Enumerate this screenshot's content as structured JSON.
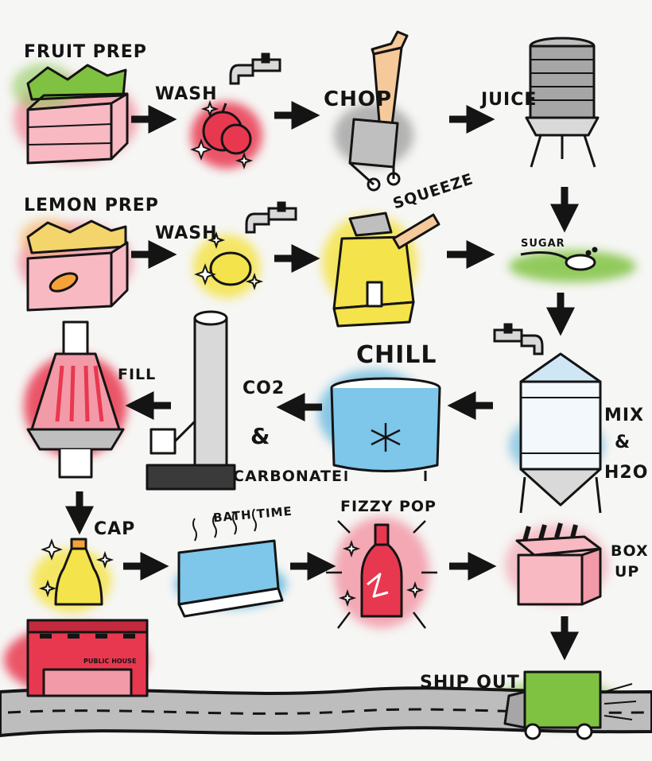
{
  "steps": {
    "fruit_prep": "Fruit Prep",
    "wash_1": "Wash",
    "chop": "Chop",
    "juice": "Juice",
    "lemon_prep": "Lemon Prep",
    "wash_2": "Wash",
    "squeeze": "Squeeze",
    "sugar": "Sugar",
    "chill": "Chill",
    "mix_line1": "Mix",
    "mix_line2": "&",
    "mix_line3": "H2O",
    "co2_line1": "CO2",
    "co2_line2": "&",
    "carbonate": "Carbonate",
    "fill": "Fill",
    "cap": "Cap",
    "bath_time": "Bath Time",
    "fizzy_pop": "Fizzy Pop",
    "box_up_line1": "Box",
    "box_up_line2": "Up",
    "ship_out": "Ship Out",
    "public_house": "Public House"
  },
  "colors": {
    "ink": "#141414",
    "red_wash": "#e8384f",
    "pink_wash": "#f29aa8",
    "yellow_wash": "#f4e34a",
    "blue_wash": "#3aa5d8",
    "green_wash": "#7fc241",
    "orange_wash": "#f6a23a",
    "gray_wash": "#a6a6a6"
  }
}
